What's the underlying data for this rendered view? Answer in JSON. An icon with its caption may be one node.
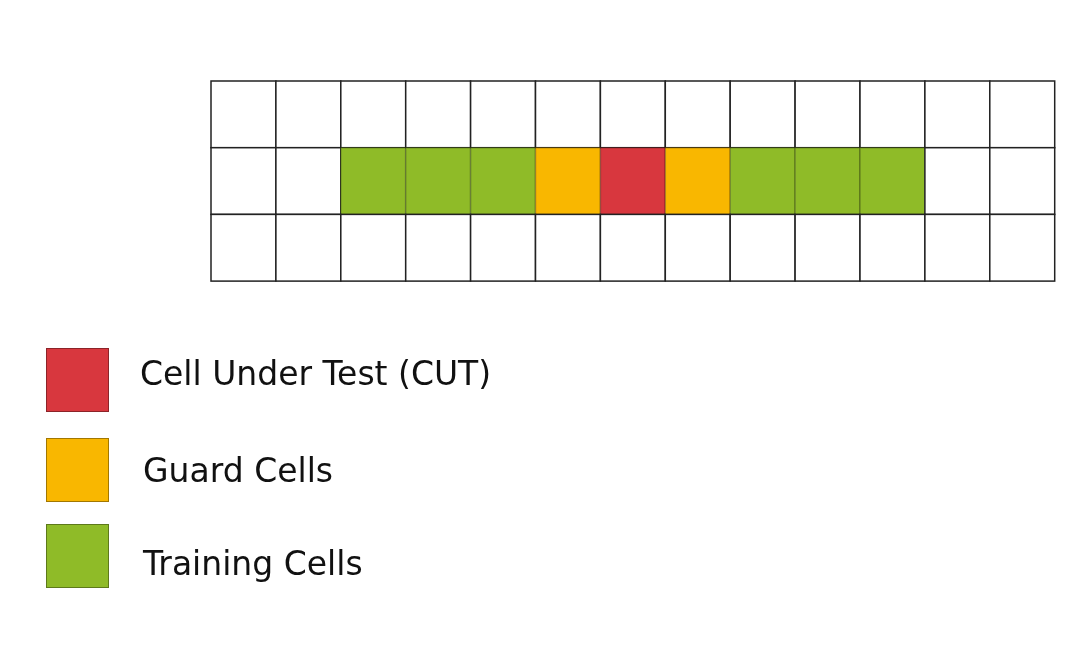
{
  "diagram": {
    "legend": [
      {
        "text": "Cell Under Test (CUT)",
        "color": "#d8373e"
      },
      {
        "text": "Guard Cells",
        "color": "#f9b700"
      },
      {
        "text": "Training Cells",
        "color": "#8fbb28"
      }
    ]
  }
}
